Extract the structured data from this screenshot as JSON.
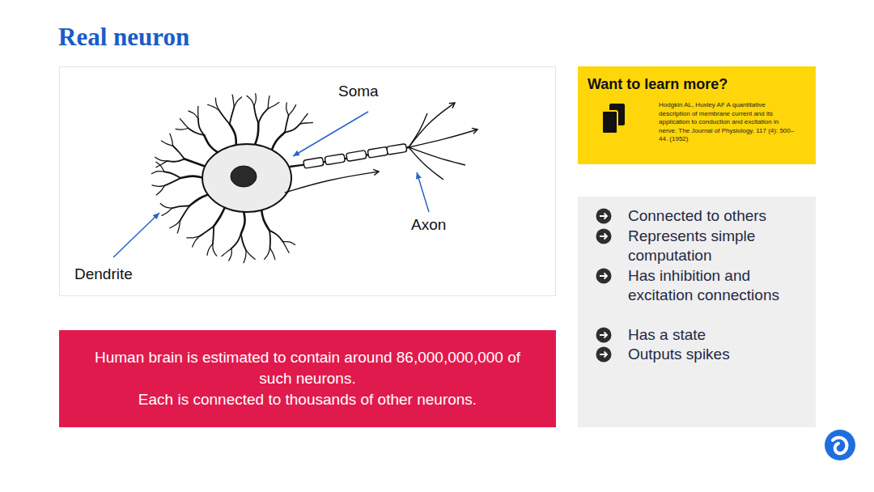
{
  "diagram": {
    "title": "Real neuron",
    "nodes": [
      {
        "text": [
          "Human brain is estimated to contain around 86,000,000,000 of such neurons.",
          "Each is connected to thousands of other neurons."
        ]
      },
      {
        "text": [
          "Want to learn more?",
          "Hodgkin AL, Huxley AF A quantitative description of membrane current and its application to conduction and excitation in nerve. The Journal of Physiology. 117 (4): 500–44. (1952)"
        ]
      },
      {
        "text": [
          "Connected to others",
          "Represents simple computation",
          "Has inhibition and excitation connections",
          "Has a state",
          "Outputs spikes"
        ]
      }
    ],
    "labels": [
      "Soma",
      "Axon",
      "Dendrite"
    ]
  }
}
